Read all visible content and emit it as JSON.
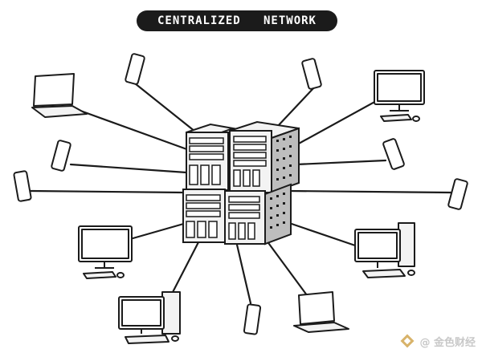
{
  "diagram": {
    "title": "CENTRALIZED   NETWORK"
  },
  "watermark": {
    "text": "@ 金色财经",
    "logo_icon": "gold-diamond-logo-icon",
    "logo_color": "#d8b36a"
  },
  "colors": {
    "ink": "#1b1b1b",
    "screen": "#ffffff",
    "server_fill": "#f3f3f3",
    "server_shade": "#bdbdbd"
  },
  "nodes": [
    {
      "id": "laptop-top-left",
      "kind": "laptop",
      "icon": "laptop-icon"
    },
    {
      "id": "phone-top-left",
      "kind": "phone",
      "icon": "smartphone-icon"
    },
    {
      "id": "phone-top-right",
      "kind": "phone",
      "icon": "smartphone-icon"
    },
    {
      "id": "monitor-top-right",
      "kind": "monitor",
      "icon": "monitor-icon"
    },
    {
      "id": "phone-mid-left",
      "kind": "phone",
      "icon": "smartphone-icon"
    },
    {
      "id": "phone-mid-right",
      "kind": "phone",
      "icon": "smartphone-icon"
    },
    {
      "id": "phone-far-left",
      "kind": "phone",
      "icon": "smartphone-icon"
    },
    {
      "id": "phone-far-right",
      "kind": "phone",
      "icon": "smartphone-icon"
    },
    {
      "id": "monitor-bottom-left",
      "kind": "monitor",
      "icon": "monitor-icon"
    },
    {
      "id": "desktop-bottom-right",
      "kind": "desktop",
      "icon": "desktop-computer-icon"
    },
    {
      "id": "desktop-bottom-left",
      "kind": "desktop",
      "icon": "desktop-computer-icon"
    },
    {
      "id": "phone-bottom",
      "kind": "phone",
      "icon": "smartphone-icon"
    },
    {
      "id": "laptop-bottom-right",
      "kind": "laptop",
      "icon": "laptop-icon"
    }
  ],
  "hub": {
    "id": "central-server-cluster",
    "icon": "server-rack-icon",
    "rack_count": 4
  }
}
